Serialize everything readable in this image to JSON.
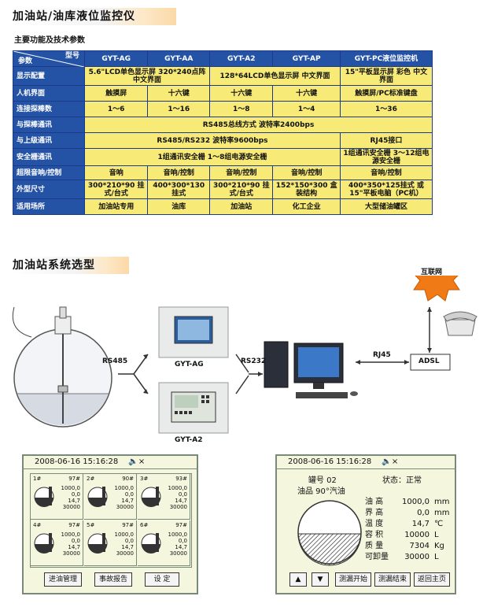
{
  "section1_title": "加油站/油库液位监控仪",
  "section1_sub": "主要功能及技术参数",
  "table": {
    "corner_top": "型号",
    "corner_bottom": "参数",
    "models": [
      "GYT-AG",
      "GYT-AA",
      "GYT-A2",
      "GYT-AP",
      "GYT-PC液位监控机"
    ],
    "rows": [
      {
        "label": "显示配置",
        "cells": [
          {
            "t": "5.6\"LCD单色显示屏 320*240点阵 中文界面",
            "span": 2
          },
          {
            "t": "128*64LCD单色显示屏 中文界面",
            "span": 2
          },
          {
            "t": "15\"平板显示屏 彩色 中文界面",
            "span": 1
          }
        ]
      },
      {
        "label": "人机界面",
        "cells": [
          {
            "t": "触摸屏",
            "span": 1
          },
          {
            "t": "十六键",
            "span": 1
          },
          {
            "t": "十六键",
            "span": 1
          },
          {
            "t": "十六键",
            "span": 1
          },
          {
            "t": "触摸屏/PC标准键盘",
            "span": 1
          }
        ]
      },
      {
        "label": "连接探棒数",
        "cells": [
          {
            "t": "1～6",
            "span": 1
          },
          {
            "t": "1～16",
            "span": 1
          },
          {
            "t": "1～8",
            "span": 1
          },
          {
            "t": "1～4",
            "span": 1
          },
          {
            "t": "1～36",
            "span": 1
          }
        ]
      },
      {
        "label": "与探棒通讯",
        "cells": [
          {
            "t": "RS485总线方式      波特率2400bps",
            "span": 5
          }
        ]
      },
      {
        "label": "与上级通讯",
        "cells": [
          {
            "t": "RS485/RS232        波特率9600bps",
            "span": 4
          },
          {
            "t": "RJ45接口",
            "span": 1
          }
        ]
      },
      {
        "label": "安全栅通讯",
        "cells": [
          {
            "t": "1组通讯安全栅   1～8组电源安全栅",
            "span": 4
          },
          {
            "t": "1组通讯安全栅 3～12组电源安全栅",
            "span": 1
          }
        ]
      },
      {
        "label": "超限音响/控制",
        "cells": [
          {
            "t": "音响",
            "span": 1
          },
          {
            "t": "音响/控制",
            "span": 1
          },
          {
            "t": "音响/控制",
            "span": 1
          },
          {
            "t": "音响/控制",
            "span": 1
          },
          {
            "t": "音响/控制",
            "span": 1
          }
        ]
      },
      {
        "label": "外型尺寸",
        "cells": [
          {
            "t": "300*210*90 挂式/台式",
            "span": 1
          },
          {
            "t": "400*300*130 挂式",
            "span": 1
          },
          {
            "t": "300*210*90 挂式/台式",
            "span": 1
          },
          {
            "t": "152*150*300 盒装结构",
            "span": 1
          },
          {
            "t": "400*350*125挂式 或15\"平板电脑（PC机）",
            "span": 1
          }
        ]
      },
      {
        "label": "适用场所",
        "cells": [
          {
            "t": "加油站专用",
            "span": 1
          },
          {
            "t": "油库",
            "span": 1
          },
          {
            "t": "加油站",
            "span": 1
          },
          {
            "t": "化工企业",
            "span": 1
          },
          {
            "t": "大型储油罐区",
            "span": 1
          }
        ]
      }
    ]
  },
  "section2_title": "加油站系统选型",
  "diagram": {
    "rs485": "RS485",
    "rs232": "RS232",
    "rj45": "RJ45",
    "adsl": "ADSL",
    "internet": "互联网",
    "dev1": "GYT-AG",
    "dev2": "GYT-A2"
  },
  "panel_left": {
    "datetime": "2008-06-16   15:16:28",
    "tanks": [
      {
        "no": "1#",
        "fuel": "97#",
        "vals": [
          "1000,0",
          "0,0",
          "14,7",
          "30000"
        ]
      },
      {
        "no": "2#",
        "fuel": "90#",
        "vals": [
          "1000,0",
          "0,0",
          "14,7",
          "30000"
        ]
      },
      {
        "no": "3#",
        "fuel": "93#",
        "vals": [
          "1000,0",
          "0,0",
          "14,7",
          "30000"
        ]
      },
      {
        "no": "4#",
        "fuel": "97#",
        "vals": [
          "1000,0",
          "0,0",
          "14,7",
          "30000"
        ]
      },
      {
        "no": "5#",
        "fuel": "97#",
        "vals": [
          "1000,0",
          "0,0",
          "14,7",
          "30000"
        ]
      },
      {
        "no": "6#",
        "fuel": "97#",
        "vals": [
          "1000,0",
          "0,0",
          "14,7",
          "30000"
        ]
      }
    ],
    "buttons": [
      "进油管理",
      "事故报告",
      "设  定"
    ]
  },
  "panel_right": {
    "datetime": "2008-06-16   15:16:28",
    "tank_no": "罐号 02",
    "status": "状态：正常",
    "fuel": "油品 90°汽油",
    "rows": [
      {
        "k": "油  高",
        "v": "1000,0",
        "u": "mm"
      },
      {
        "k": "界  高",
        "v": "0,0",
        "u": "mm"
      },
      {
        "k": "温  度",
        "v": "14,7",
        "u": "℃"
      },
      {
        "k": "容  积",
        "v": "10000",
        "u": "L"
      },
      {
        "k": "质  量",
        "v": "7304",
        "u": "Kg"
      },
      {
        "k": "可卸量",
        "v": "30000",
        "u": "L"
      }
    ],
    "buttons": [
      "测漏开始",
      "测漏结束",
      "返回主页"
    ]
  }
}
